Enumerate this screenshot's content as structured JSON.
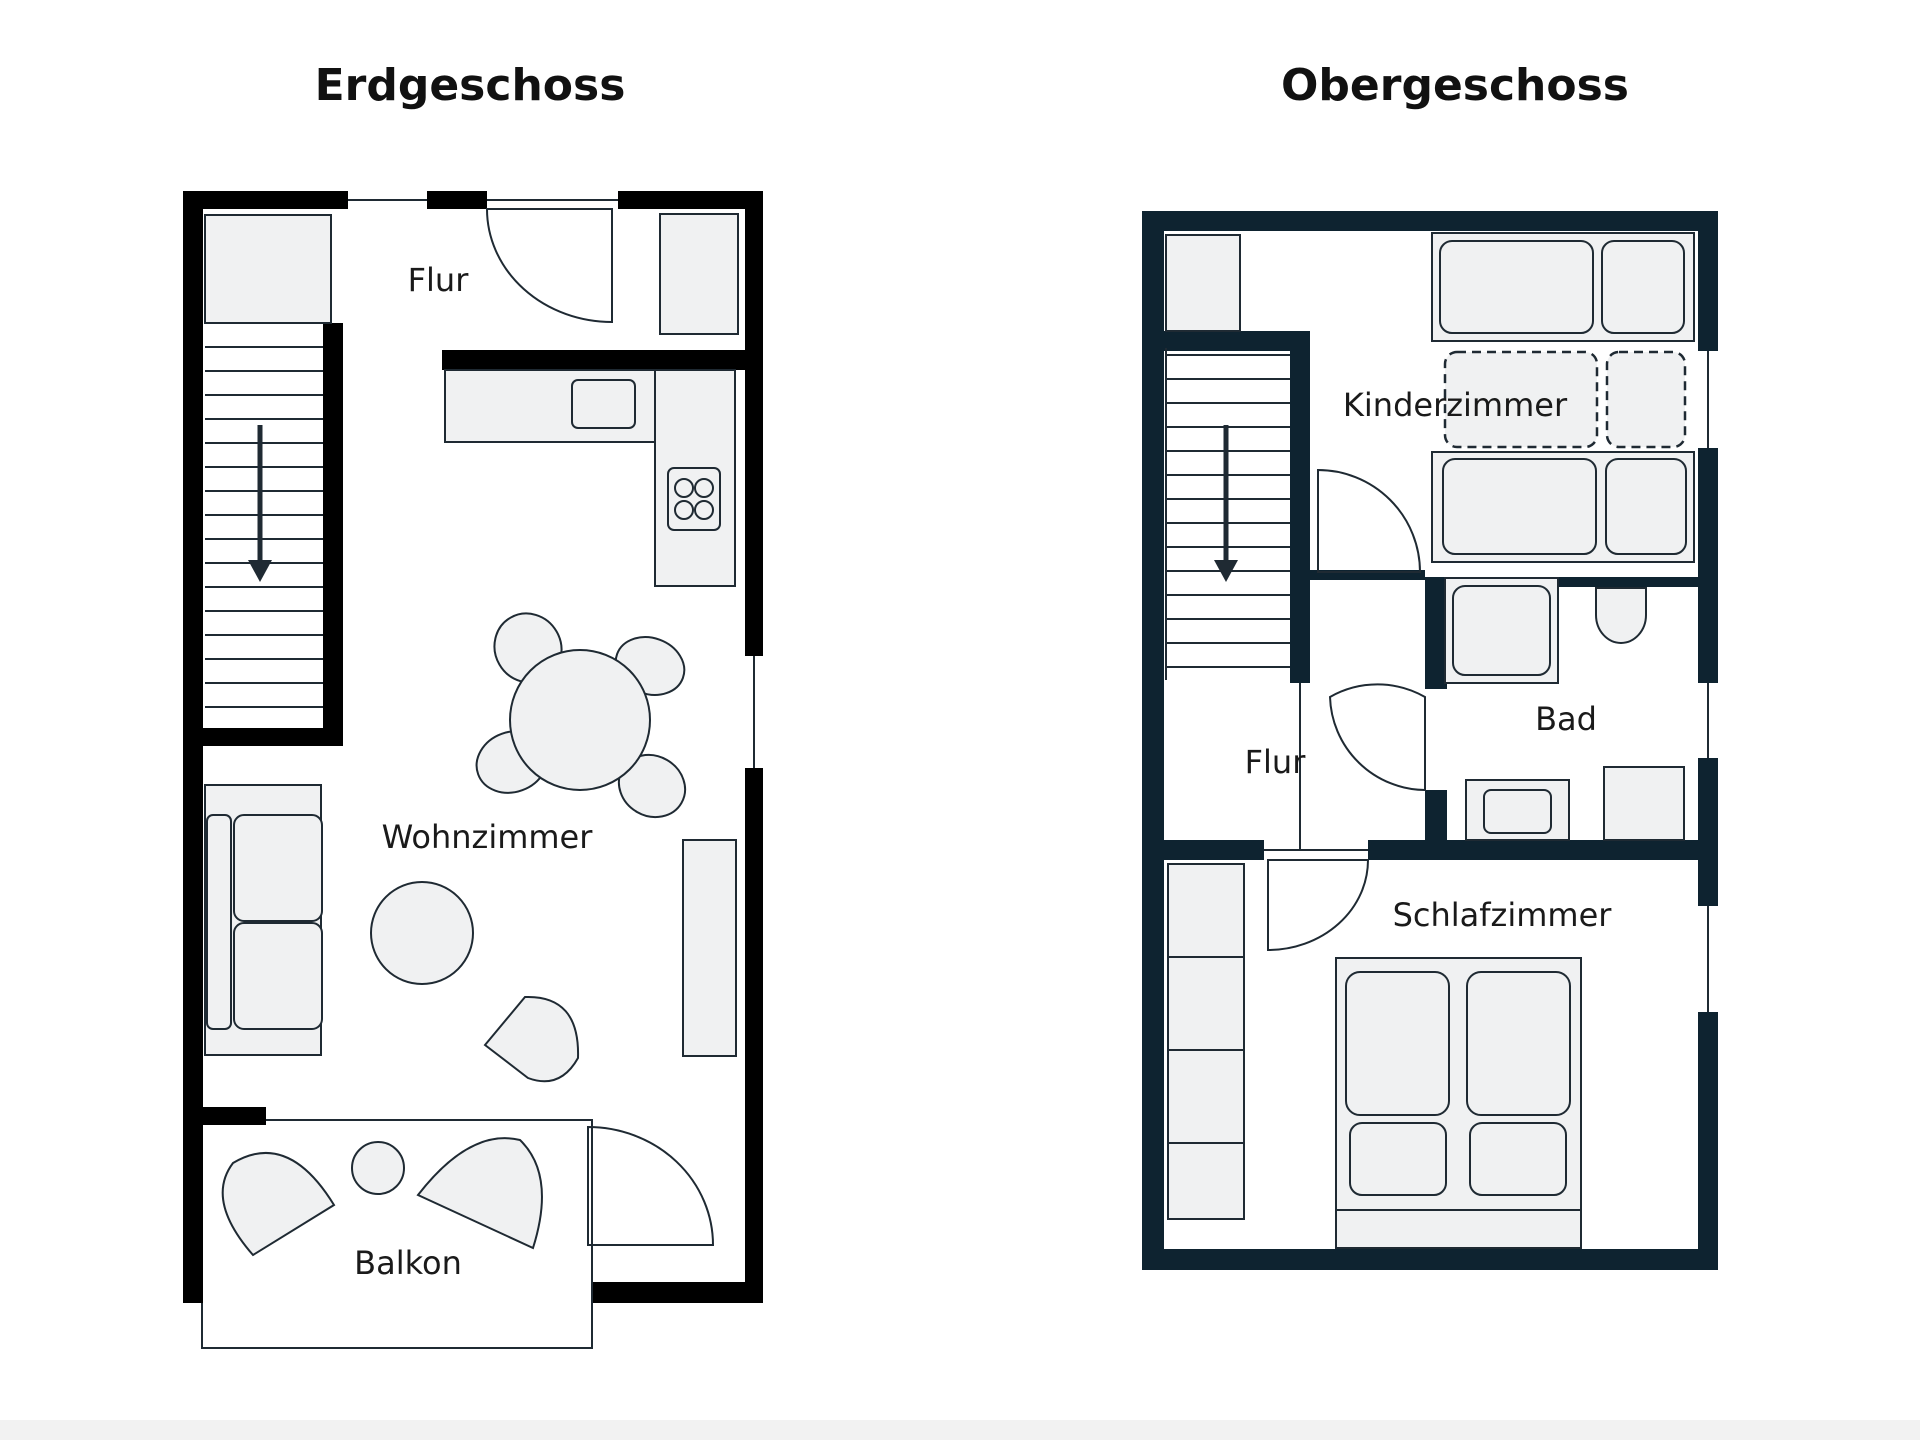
{
  "plans": {
    "ground_floor": {
      "title": "Erdgeschoss",
      "rooms": {
        "hall": "Flur",
        "living": "Wohnzimmer",
        "balcony": "Balkon"
      }
    },
    "upper_floor": {
      "title": "Obergeschoss",
      "rooms": {
        "kids": "Kinderzimmer",
        "hall": "Flur",
        "bath": "Bad",
        "bedroom": "Schlafzimmer"
      }
    }
  },
  "colors": {
    "ground_floor_walls": "#000000",
    "upper_floor_walls": "#0e2330",
    "furniture_fill": "#f0f1f2",
    "furniture_stroke": "#1f2a33"
  }
}
